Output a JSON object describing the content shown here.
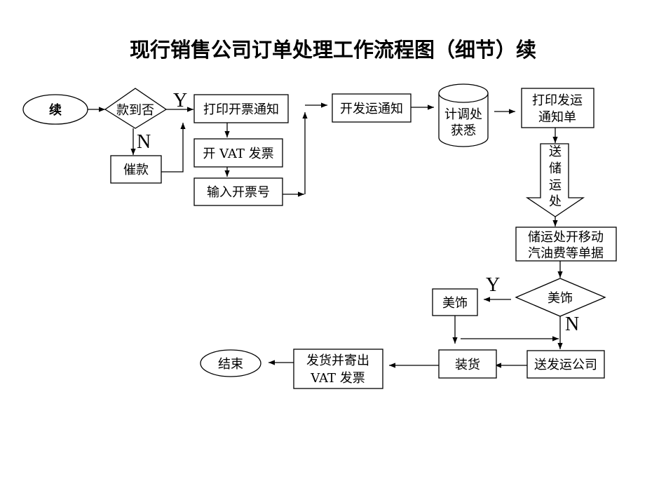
{
  "title": "现行销售公司订单处理工作流程图（细节）续",
  "nodes": {
    "start": "续",
    "payment_decision": "款到否",
    "urge_payment": "催款",
    "print_invoice_notice": "打印开票通知",
    "issue_vat_invoice": "开 VAT 发票",
    "enter_invoice_number": "输入开票号",
    "issue_shipping_notice": "开发运通知",
    "planning_dept_line1": "计调处",
    "planning_dept_line2": "获悉",
    "print_shipping_notice_line1": "打印发运",
    "print_shipping_notice_line2": "通知单",
    "send_to_storage_chars": [
      "送",
      "储",
      "运",
      "处"
    ],
    "storage_docs_line1": "储运处开移动",
    "storage_docs_line2": "汽油费等单据",
    "decoration_decision": "美饰",
    "decoration": "美饰",
    "send_to_transport": "送发运公司",
    "loading": "装货",
    "ship_and_mail_line1": "发货并寄出",
    "ship_and_mail_line2": "VAT 发票",
    "end": "结束"
  },
  "branch_labels": {
    "payment_yes": "Y",
    "payment_no": "N",
    "decoration_yes": "Y",
    "decoration_no": "N"
  }
}
